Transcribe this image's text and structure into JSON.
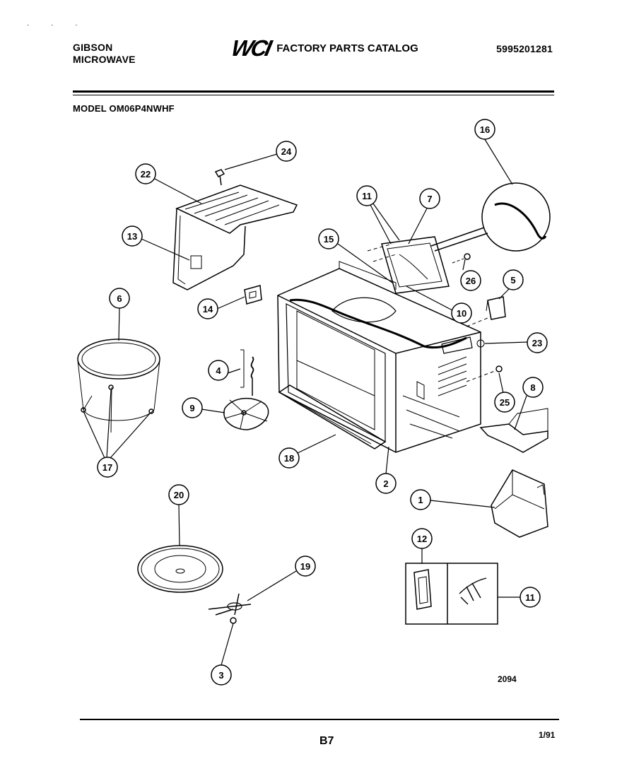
{
  "header": {
    "brand_line1": "GIBSON",
    "brand_line2": "MICROWAVE",
    "logo_text": "WCI",
    "catalog_title": "FACTORY PARTS CATALOG",
    "part_number": "5995201281"
  },
  "model_label": "MODEL OM06P4NWHF",
  "callouts": [
    {
      "id": "c24",
      "label": "24"
    },
    {
      "id": "c22",
      "label": "22"
    },
    {
      "id": "c13",
      "label": "13"
    },
    {
      "id": "c16",
      "label": "16"
    },
    {
      "id": "c11a",
      "label": "11"
    },
    {
      "id": "c7",
      "label": "7"
    },
    {
      "id": "c15",
      "label": "15"
    },
    {
      "id": "c26",
      "label": "26"
    },
    {
      "id": "c5",
      "label": "5"
    },
    {
      "id": "c6",
      "label": "6"
    },
    {
      "id": "c14",
      "label": "14"
    },
    {
      "id": "c10",
      "label": "10"
    },
    {
      "id": "c23",
      "label": "23"
    },
    {
      "id": "c4",
      "label": "4"
    },
    {
      "id": "c8",
      "label": "8"
    },
    {
      "id": "c25",
      "label": "25"
    },
    {
      "id": "c9",
      "label": "9"
    },
    {
      "id": "c17",
      "label": "17"
    },
    {
      "id": "c18",
      "label": "18"
    },
    {
      "id": "c2",
      "label": "2"
    },
    {
      "id": "c20",
      "label": "20"
    },
    {
      "id": "c1",
      "label": "1"
    },
    {
      "id": "c12",
      "label": "12"
    },
    {
      "id": "c19",
      "label": "19"
    },
    {
      "id": "c11b",
      "label": "11"
    },
    {
      "id": "c3",
      "label": "3"
    }
  ],
  "figure_number": "2094",
  "page_number": "B7",
  "date_code": "1/91"
}
